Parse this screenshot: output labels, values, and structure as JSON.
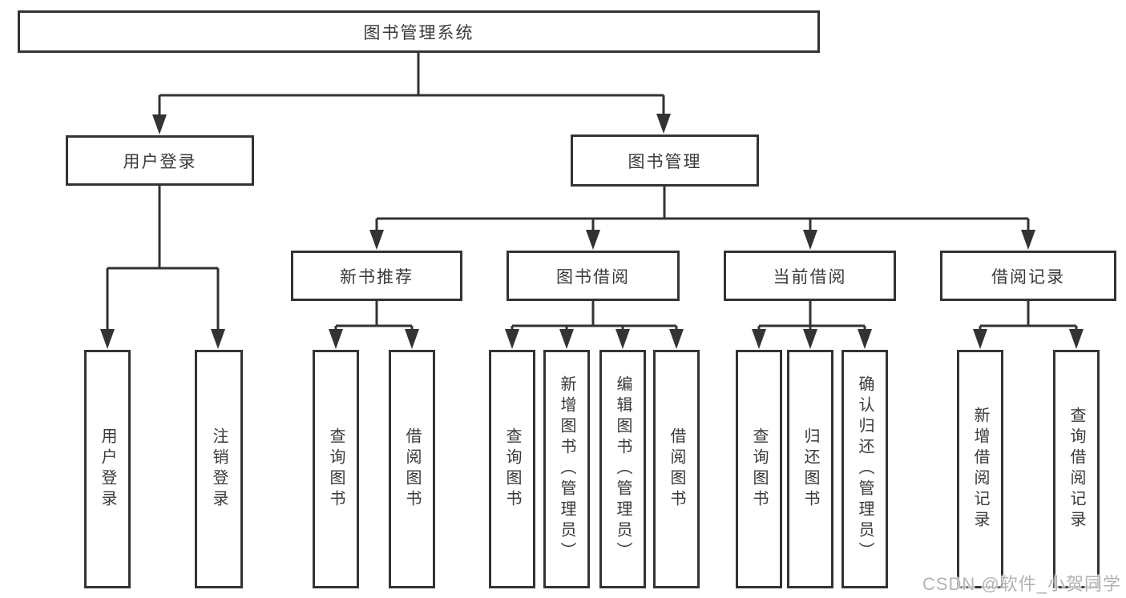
{
  "diagram_type": "hierarchy-tree",
  "tree": {
    "label": "图书管理系统",
    "children": [
      {
        "label": "用户登录",
        "children": [
          {
            "label": "用户登录"
          },
          {
            "label": "注销登录"
          }
        ]
      },
      {
        "label": "图书管理",
        "children": [
          {
            "label": "新书推荐",
            "children": [
              {
                "label": "查询图书"
              },
              {
                "label": "借阅图书"
              }
            ]
          },
          {
            "label": "图书借阅",
            "children": [
              {
                "label": "查询图书"
              },
              {
                "label": "新增图书（管理员）"
              },
              {
                "label": "编辑图书（管理员）"
              },
              {
                "label": "借阅图书"
              }
            ]
          },
          {
            "label": "当前借阅",
            "children": [
              {
                "label": "查询图书"
              },
              {
                "label": "归还图书"
              },
              {
                "label": "确认归还（管理员）"
              }
            ]
          },
          {
            "label": "借阅记录",
            "children": [
              {
                "label": "新增借阅记录"
              },
              {
                "label": "查询借阅记录"
              }
            ]
          }
        ]
      }
    ]
  },
  "watermark": {
    "text": "CSDN @软件_小贺同学"
  },
  "colors": {
    "line": "#333333",
    "box_border": "#333333",
    "text": "#3a3a3a",
    "watermark": "#b3b3b3",
    "background": "#ffffff"
  }
}
